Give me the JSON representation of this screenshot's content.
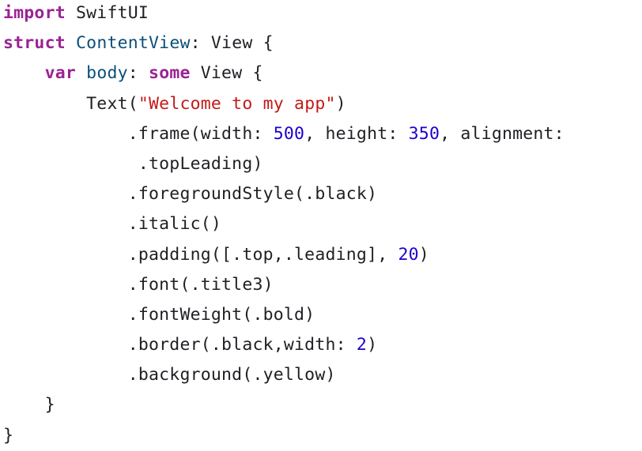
{
  "code_editor": {
    "language": "Swift",
    "colors": {
      "keyword": "#9b2393",
      "type_declaration": "#0b4f79",
      "string": "#c41a16",
      "number": "#1c00cf",
      "plain": "#1f1f24",
      "background": "#ffffff"
    },
    "lines": [
      {
        "indent": "",
        "tokens": [
          {
            "t": "import",
            "c": "kw"
          },
          {
            "t": " SwiftUI",
            "c": "pl"
          }
        ]
      },
      {
        "indent": "",
        "tokens": [
          {
            "t": "struct",
            "c": "kw"
          },
          {
            "t": " ",
            "c": "pl"
          },
          {
            "t": "ContentView",
            "c": "ty"
          },
          {
            "t": ": View {",
            "c": "pl"
          }
        ]
      },
      {
        "indent": "    ",
        "tokens": [
          {
            "t": "var",
            "c": "kw"
          },
          {
            "t": " ",
            "c": "pl"
          },
          {
            "t": "body",
            "c": "ty"
          },
          {
            "t": ": ",
            "c": "pl"
          },
          {
            "t": "some",
            "c": "kw"
          },
          {
            "t": " View {",
            "c": "pl"
          }
        ]
      },
      {
        "indent": "        ",
        "tokens": [
          {
            "t": "Text(",
            "c": "pl"
          },
          {
            "t": "\"Welcome to my app\"",
            "c": "str"
          },
          {
            "t": ")",
            "c": "pl"
          }
        ]
      },
      {
        "indent": "            ",
        "tokens": [
          {
            "t": ".frame(width: ",
            "c": "pl"
          },
          {
            "t": "500",
            "c": "num"
          },
          {
            "t": ", height: ",
            "c": "pl"
          },
          {
            "t": "350",
            "c": "num"
          },
          {
            "t": ", alignment:",
            "c": "pl"
          }
        ]
      },
      {
        "indent": "             ",
        "tokens": [
          {
            "t": ".topLeading)",
            "c": "pl"
          }
        ]
      },
      {
        "indent": "            ",
        "tokens": [
          {
            "t": ".foregroundStyle(.black)",
            "c": "pl"
          }
        ]
      },
      {
        "indent": "            ",
        "tokens": [
          {
            "t": ".italic()",
            "c": "pl"
          }
        ]
      },
      {
        "indent": "            ",
        "tokens": [
          {
            "t": ".padding([.top,.leading], ",
            "c": "pl"
          },
          {
            "t": "20",
            "c": "num"
          },
          {
            "t": ")",
            "c": "pl"
          }
        ]
      },
      {
        "indent": "            ",
        "tokens": [
          {
            "t": ".font(.title3)",
            "c": "pl"
          }
        ]
      },
      {
        "indent": "            ",
        "tokens": [
          {
            "t": ".fontWeight(.bold)",
            "c": "pl"
          }
        ]
      },
      {
        "indent": "            ",
        "tokens": [
          {
            "t": ".border(.black,width: ",
            "c": "pl"
          },
          {
            "t": "2",
            "c": "num"
          },
          {
            "t": ")",
            "c": "pl"
          }
        ]
      },
      {
        "indent": "            ",
        "tokens": [
          {
            "t": ".background(.yellow)",
            "c": "pl"
          }
        ]
      },
      {
        "indent": "    ",
        "tokens": [
          {
            "t": "}",
            "c": "pl"
          }
        ]
      },
      {
        "indent": "",
        "tokens": [
          {
            "t": "}",
            "c": "pl"
          }
        ]
      }
    ]
  }
}
